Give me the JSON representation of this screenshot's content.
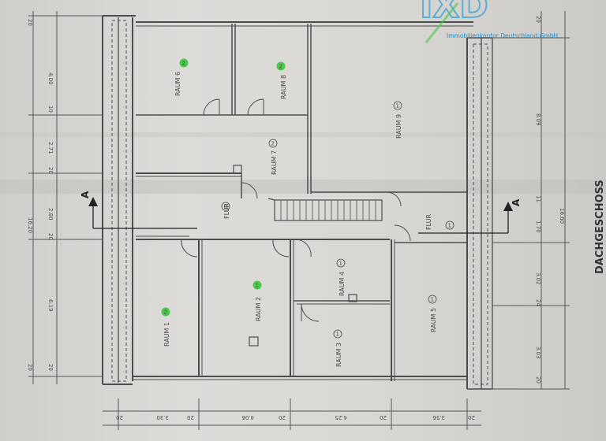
{
  "brand": {
    "logo_text": "IXD",
    "subtitle": "Immobilienkontor Deutschland GmbH",
    "colors": {
      "logo": "#37a0d8",
      "badge": "#49c94a"
    }
  },
  "plan": {
    "title": "DACHGESCHOSS",
    "section_marker": "A",
    "rooms": [
      {
        "id": "raum6",
        "label": "RAUM 6",
        "badge": "2"
      },
      {
        "id": "raum8",
        "label": "RAUM 8",
        "badge": "2"
      },
      {
        "id": "raum9",
        "label": "RAUM 9",
        "badge": "1"
      },
      {
        "id": "raum7",
        "label": "RAUM 7",
        "badge": "2"
      },
      {
        "id": "flur-g",
        "label": "FLUR",
        "badge": "G"
      },
      {
        "id": "flur-1",
        "label": "FLUR",
        "badge": "1"
      },
      {
        "id": "raum1",
        "label": "RAUM 1",
        "badge": "2"
      },
      {
        "id": "raum2",
        "label": "RAUM 2",
        "badge": "1"
      },
      {
        "id": "raum4",
        "label": "RAUM 4",
        "badge": "1"
      },
      {
        "id": "raum3",
        "label": "RAUM 3",
        "badge": "1"
      },
      {
        "id": "raum5",
        "label": "RAUM 5",
        "badge": "1"
      }
    ],
    "dimensions": {
      "left": [
        "20",
        "4.00",
        "10",
        "2.71",
        "20",
        "16.20",
        "2.80",
        "20",
        "6.19",
        "20",
        "20"
      ],
      "right": [
        "20",
        "8.09",
        "11",
        "1.70",
        "16.60",
        "3.02",
        "24",
        "3.03",
        "20"
      ],
      "bottom": [
        "20",
        "3.30",
        "20",
        "4.06",
        "20",
        "4.25",
        "20",
        "3.56",
        "20"
      ]
    }
  }
}
